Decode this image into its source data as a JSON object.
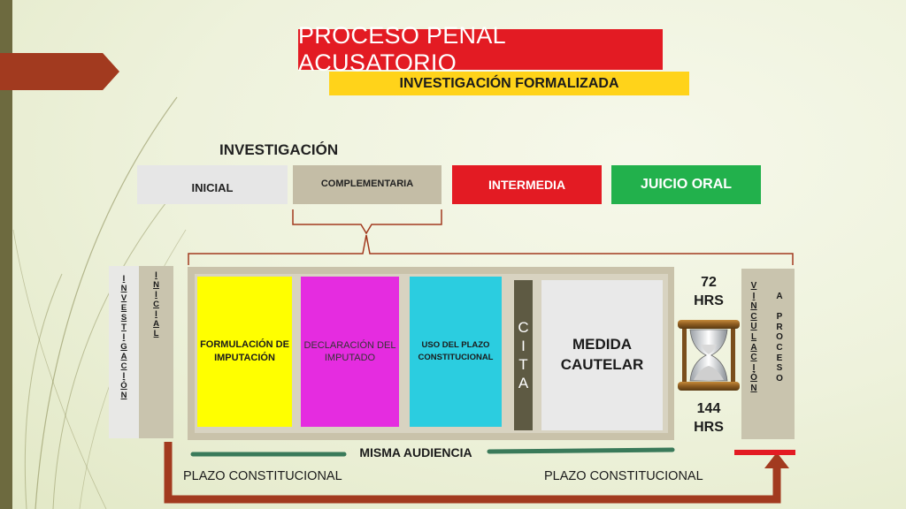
{
  "title": "PROCESO PENAL ACUSATORIO",
  "subtitle": "INVESTIGACIÓN FORMALIZADA",
  "investigation_heading": "INVESTIGACIÓN",
  "stages": {
    "inicial": "INICIAL",
    "complementaria": "COMPLEMENTARIA",
    "intermedia": "INTERMEDIA",
    "juicio_oral": "JUICIO ORAL"
  },
  "left_column": {
    "investigacion_letters": [
      "I",
      "N",
      "V",
      "E",
      "S",
      "T",
      "I",
      "G",
      "A",
      "C",
      "I",
      "Ó",
      "N"
    ],
    "inicial_letters": [
      "I",
      "N",
      "I",
      "C",
      "I",
      "A",
      "L"
    ]
  },
  "hearing_steps": {
    "formulacion": "FORMULACIÓN DE IMPUTACIÓN",
    "declaracion": "DECLARACIÓN DEL IMPUTADO",
    "uso_plazo": "USO DEL PLAZO CONSTITUCIONAL",
    "cita_letters": [
      "C",
      "I",
      "T",
      "A"
    ],
    "medida": "MEDIDA CAUTELAR"
  },
  "hours": {
    "h72": "72 HRS",
    "h144": "144 HRS"
  },
  "vinculacion": {
    "vinculacion_letters": [
      "V",
      "I",
      "N",
      "C",
      "U",
      "L",
      "A",
      "C",
      "I",
      "Ó",
      "N"
    ],
    "a_proceso_letters": [
      "A",
      "",
      "P",
      "R",
      "O",
      "C",
      "E",
      "S",
      "O"
    ]
  },
  "misma_audiencia": "MISMA AUDIENCIA",
  "plazo_left": "PLAZO CONSTITUCIONAL",
  "plazo_right": "PLAZO CONSTITUCIONAL",
  "colors": {
    "title_red": "#e31b23",
    "subtitle_yellow": "#ffd31a",
    "intermedia_red": "#e31b23",
    "juicio_green": "#22b14c",
    "formulacion_yellow": "#ffff00",
    "declaracion_magenta": "#e52ce0",
    "uso_cyan": "#2bcde0",
    "arrow_rust": "#a23a1f",
    "connector_green": "#3a7a5a"
  },
  "icons": [
    "hourglass-icon",
    "return-arrow-icon",
    "header-arrow-icon"
  ]
}
